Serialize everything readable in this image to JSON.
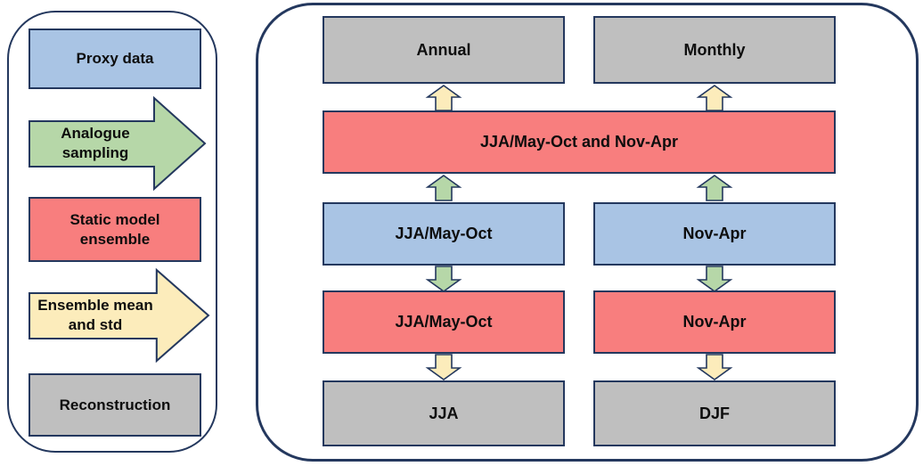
{
  "colors": {
    "blue": "#A9C4E4",
    "green": "#B6D7A8",
    "red": "#F87E7E",
    "yellow": "#FCECBB",
    "gray": "#BFBFBF",
    "border": "#24385E",
    "text": "#0D0D0D"
  },
  "legend": {
    "items": [
      {
        "shape": "box",
        "color": "blue",
        "label": "Proxy data"
      },
      {
        "shape": "arrow-right",
        "color": "green",
        "label": "Analogue sampling"
      },
      {
        "shape": "box",
        "color": "red",
        "label": "Static model ensemble"
      },
      {
        "shape": "arrow-right",
        "color": "yellow",
        "label": "Ensemble mean and std"
      },
      {
        "shape": "box",
        "color": "gray",
        "label": "Reconstruction"
      }
    ]
  },
  "flow": {
    "span_box": "JJA/May-Oct and Nov-Apr",
    "columns": [
      {
        "top": "Annual",
        "blue": "JJA/May-Oct",
        "red": "JJA/May-Oct",
        "bottom": "JJA"
      },
      {
        "top": "Monthly",
        "blue": "Nov-Apr",
        "red": "Nov-Apr",
        "bottom": "DJF"
      }
    ]
  }
}
